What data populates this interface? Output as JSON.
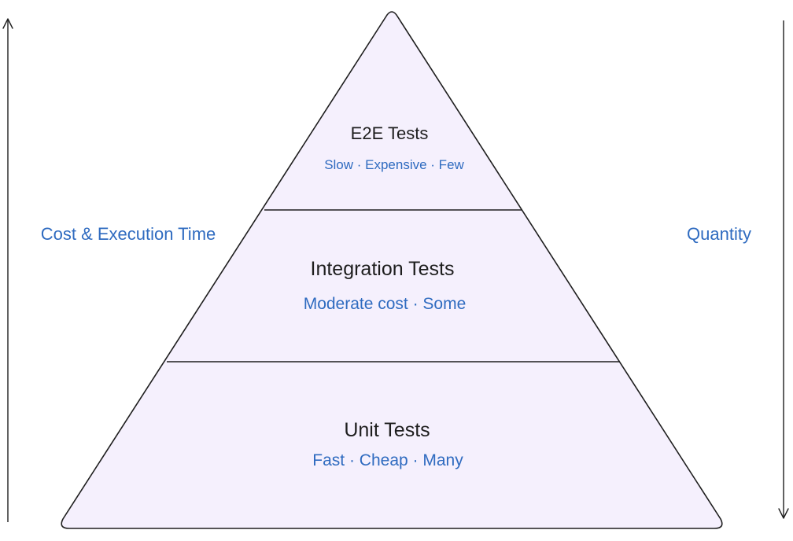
{
  "colors": {
    "pyramid_fill": "#f5f0fd",
    "stroke": "#1e1e1e",
    "accent_text": "#2f6bc0",
    "title_text": "#1e1e1e"
  },
  "left_axis": {
    "label": "Cost & Execution Time",
    "direction": "up",
    "icon": "arrow-up-icon"
  },
  "right_axis": {
    "label": "Quantity",
    "direction": "down",
    "icon": "arrow-down-icon"
  },
  "tiers": [
    {
      "title": "E2E Tests",
      "subtitle": "Slow · Expensive · Few"
    },
    {
      "title": "Integration Tests",
      "subtitle": "Moderate cost · Some"
    },
    {
      "title": "Unit Tests",
      "subtitle": "Fast · Cheap · Many"
    }
  ]
}
